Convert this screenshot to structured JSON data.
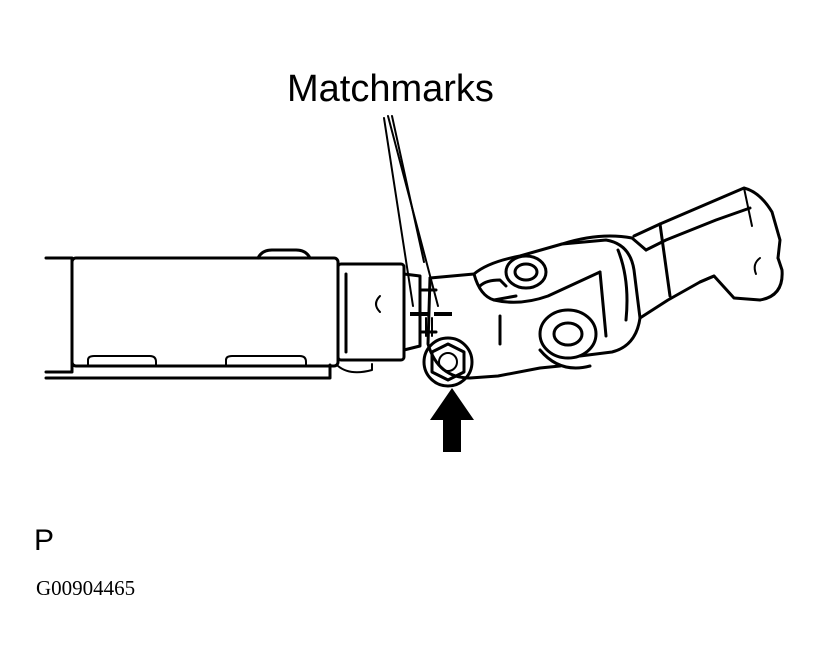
{
  "labels": {
    "matchmarks": "Matchmarks",
    "view_letter": "P",
    "figure_code": "G00904465"
  },
  "colors": {
    "ink": "#000000",
    "background": "#ffffff"
  },
  "icons": {
    "arrow": "up-arrow-icon"
  }
}
